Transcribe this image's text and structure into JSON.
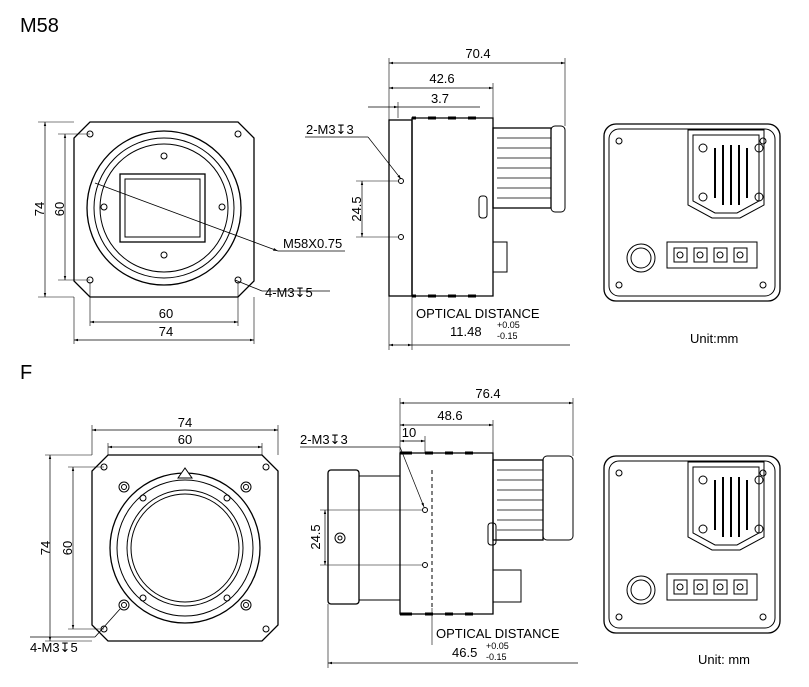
{
  "sections": [
    {
      "title": "M58",
      "front_width_outer": "74",
      "front_width_inner": "60",
      "front_height_outer": "74",
      "front_height_inner": "60",
      "mount_thread": "M58X0.75",
      "corner_holes": "4-M3",
      "corner_holes_depth": "5",
      "side_total_length": "70.4",
      "side_body_length": "42.6",
      "side_offset": "3.7",
      "side_holes": "2-M3",
      "side_holes_depth": "3",
      "side_hole_spacing": "24.5",
      "optical_label": "OPTICAL DISTANCE",
      "optical_value": "11.48",
      "tol_plus": "+0.05",
      "tol_minus": "-0.15",
      "unit": "Unit:mm"
    },
    {
      "title": "F",
      "front_width_outer": "74",
      "front_width_inner": "60",
      "front_height_outer": "74",
      "front_height_inner": "60",
      "corner_holes": "4-M3",
      "corner_holes_depth": "5",
      "side_total_length": "76.4",
      "side_body_length": "48.6",
      "side_offset": "10",
      "side_holes": "2-M3",
      "side_holes_depth": "3",
      "side_hole_spacing": "24.5",
      "optical_label": "OPTICAL DISTANCE",
      "optical_value": "46.5",
      "tol_plus": "+0.05",
      "tol_minus": "-0.15",
      "unit": "Unit: mm"
    }
  ],
  "depth_symbol": "↧"
}
